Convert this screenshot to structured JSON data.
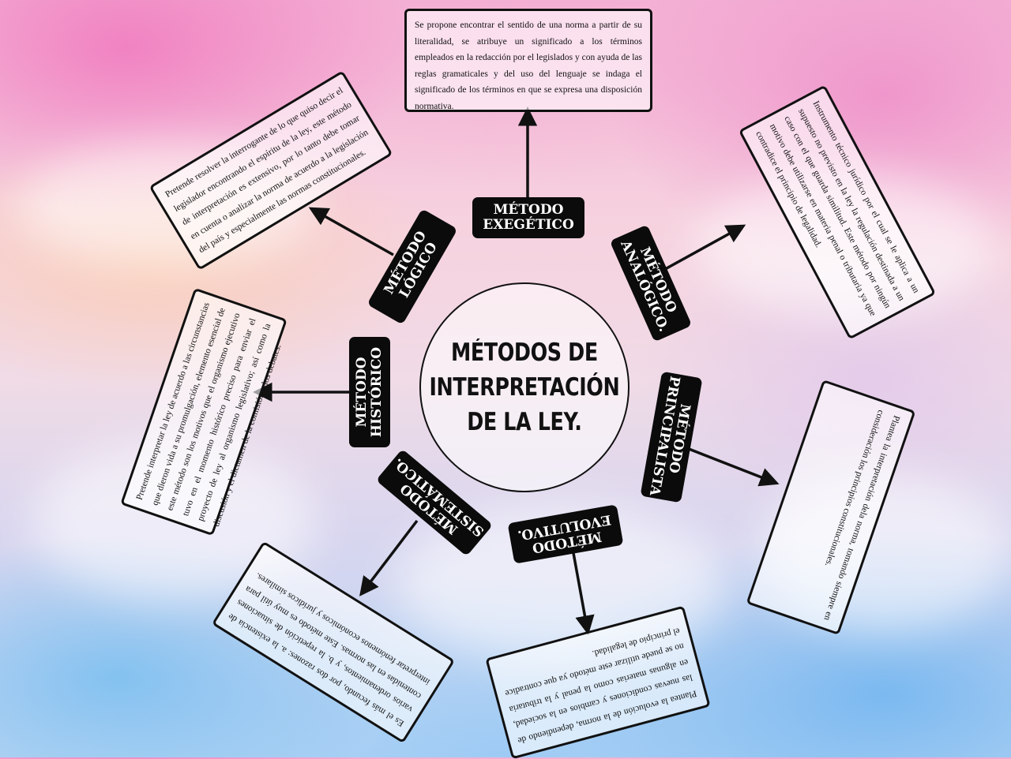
{
  "title": "MÉTODOS DE INTERPRETACIÓN DE LA LEY.",
  "methods": [
    {
      "id": "exegetico",
      "label": "MÉTODO\nEXEGÉTICO",
      "description": "Se propone encontrar el sentido de una norma a partir de su literalidad, se atribuye un significado a los términos empleados en la redacción por el legislados y con ayuda de las reglas gramaticales y del uso del lenguaje se indaga el significado de los términos en que se expresa una disposición normativa."
    },
    {
      "id": "analogico",
      "label": "MÉTODO\nANALÓGICO.",
      "description": "Instrumento técnico jurídico por el cual se le aplica a un supuesto no previsto en la ley la regulación destinada a un caso con el que guarda similitud. Este método por ningún motivo debe utilizarse en materia penal o tributaria ya que contradice el principio de legalidad."
    },
    {
      "id": "principalista",
      "label": "MÉTODO\nPRINCIPALISTA",
      "description": "Plantea la interpretación dela norma, tomando siempre en consideración los principios constitucionales."
    },
    {
      "id": "evolutivo",
      "label": "MÉTODO\nEVOLUTIVO.",
      "description": "Plantea la evolución de la norma, dependiendo de las nuevas condiciones y cambios en la sociedad, en algunas materias como la penal y la tributaria no se puede utilizar este método ya que contradice el principio de legalidad."
    },
    {
      "id": "sistematico",
      "label": "MÉTODO\nSISTEMÁTICO.",
      "description": "Es el más fecundo, por dos razones: a. la existencia de varios ordenamientos, y b. la repetición de situaciones contenidas en las normas. Este método es muy útil para interpretar fenómenos económicos y jurídicos similares."
    },
    {
      "id": "historico",
      "label": "MÉTODO\nHISTÓRICO",
      "description": "Pretende interpretar la ley de acuerdo a las circunstancias que dieron vida a su promulgación, elemento esencial de este método son los motivos que el organismo ejecutivo tuvo en el momento histórico preciso para enviar el proyecto de ley al organismo legislativo; así como la discusión y el dictamen de la comisión y los debates."
    },
    {
      "id": "logico",
      "label": "MÉTODO\nLÓGICO",
      "description": "Pretende resolver la interrogante de lo que quiso decir el legislador encontrando el espíritu de la ley, este método de interpretación es extensivo, por lo tanto debe tomar en cuenta o analizar la norma de acuerdo a la legislación del país y especialmente las normas constitucionales."
    }
  ]
}
